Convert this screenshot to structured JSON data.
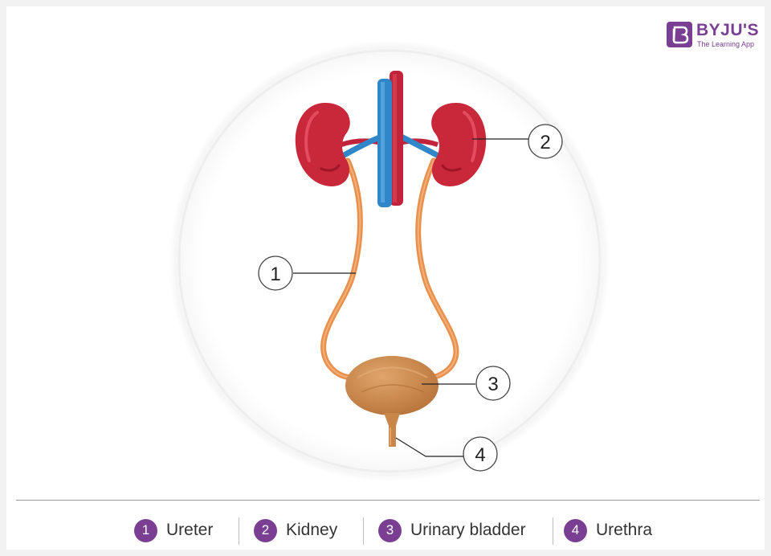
{
  "brand": {
    "name": "BYJU'S",
    "tagline": "The Learning App",
    "color": "#7a3f93"
  },
  "callouts": [
    {
      "number": "1",
      "part": "Ureter"
    },
    {
      "number": "2",
      "part": "Kidney"
    },
    {
      "number": "3",
      "part": "Urinary bladder"
    },
    {
      "number": "4",
      "part": "Urethra"
    }
  ],
  "legend": [
    {
      "number": "1",
      "label": "Ureter"
    },
    {
      "number": "2",
      "label": "Kidney"
    },
    {
      "number": "3",
      "label": "Urinary bladder"
    },
    {
      "number": "4",
      "label": "Urethra"
    }
  ],
  "colors": {
    "kidney": "#c8283a",
    "vein": "#2f86c9",
    "artery": "#c0233a",
    "ureter": "#e8904c",
    "bladder": "#c98649",
    "accent": "#7a3f93"
  }
}
